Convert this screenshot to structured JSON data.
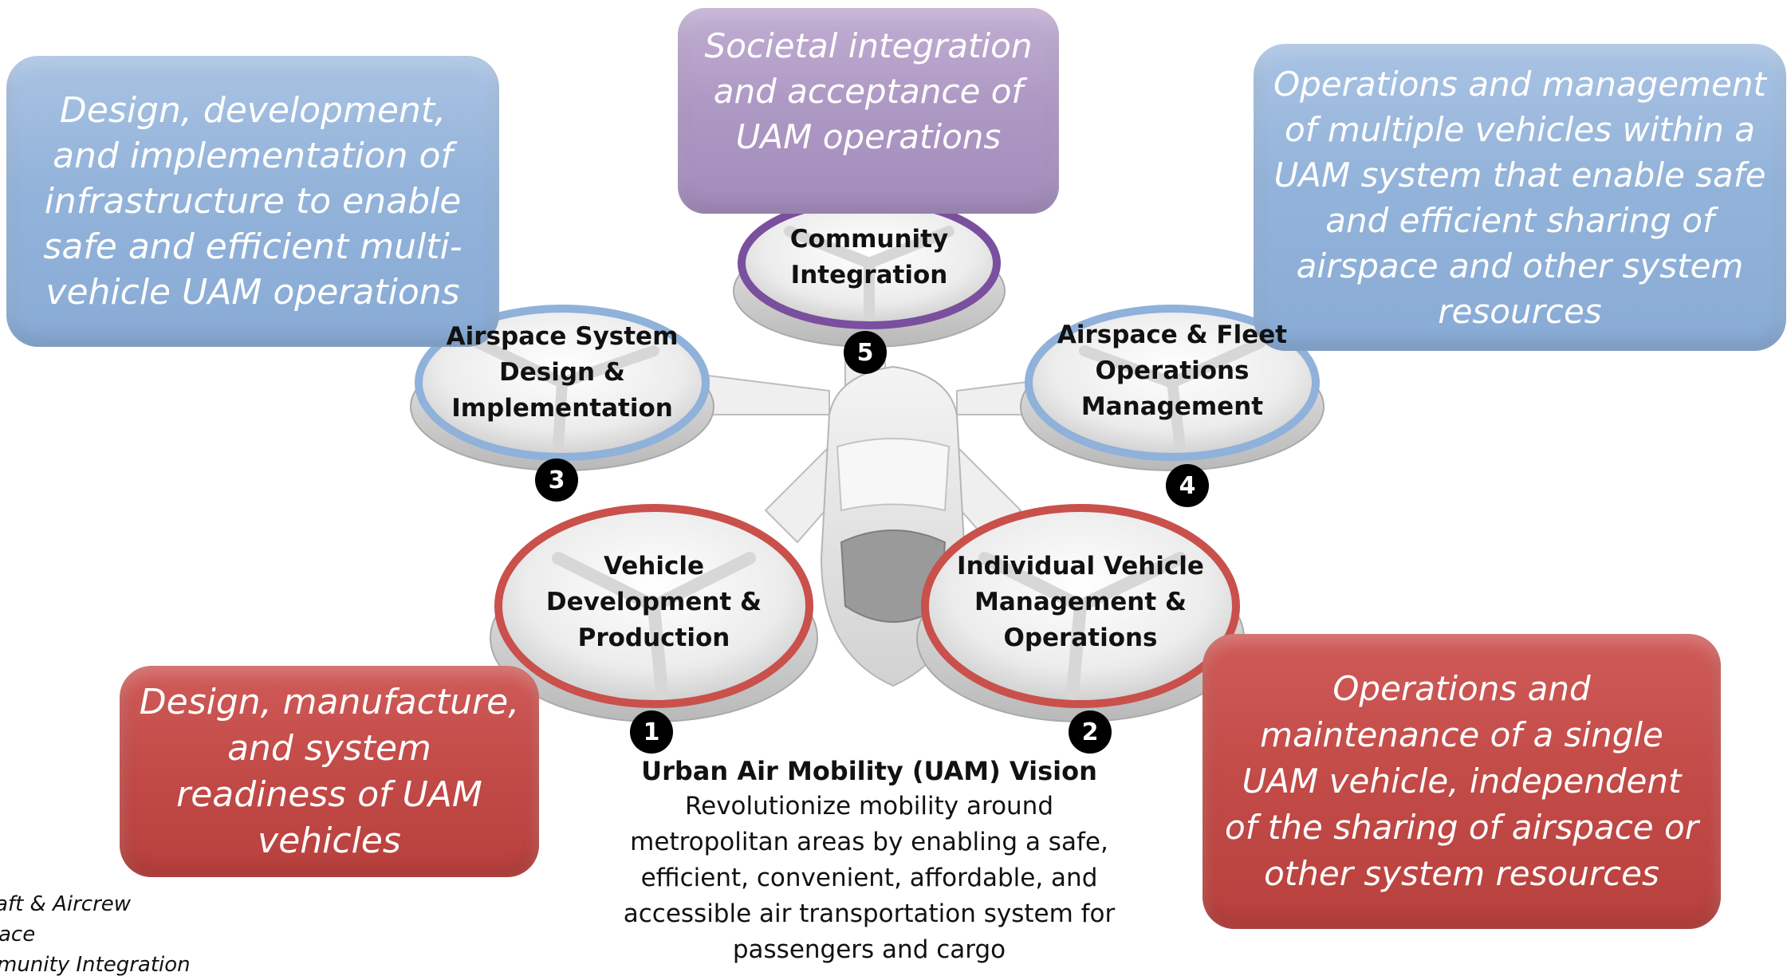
{
  "boxes": {
    "top_left": "Design, development, and implementation of infrastructure to enable safe and efficient multi-vehicle UAM operations",
    "top_center": "Societal integration and acceptance of UAM operations",
    "top_right": "Operations and management of multiple vehicles within a UAM system that enable safe and efficient sharing of airspace and other system resources",
    "bottom_left": "Design, manufacture, and system readiness of UAM vehicles",
    "bottom_right": "Operations and maintenance of a single UAM vehicle, independent of the sharing of airspace or other system resources"
  },
  "rotors": {
    "r1": {
      "label": "Vehicle\nDevelopment &\nProduction",
      "number": "1"
    },
    "r2": {
      "label": "Individual Vehicle\nManagement &\nOperations",
      "number": "2"
    },
    "r3": {
      "label": "Airspace System\nDesign &\nImplementation",
      "number": "3"
    },
    "r4": {
      "label": "Airspace & Fleet\nOperations\nManagement",
      "number": "4"
    },
    "r5": {
      "label": "Community\nIntegration",
      "number": "5"
    }
  },
  "vision": {
    "title": "Urban Air Mobility (UAM) Vision",
    "text": "Revolutionize mobility around metropolitan areas by enabling a safe, efficient, convenient, affordable, and accessible air transportation system for passengers and cargo"
  },
  "legend": [
    "aft & Aircrew",
    "ace",
    "munity Integration"
  ],
  "colors": {
    "blue_box": "#8fb0d8",
    "red_box": "#c0403c",
    "purple_box": "#ad97c3",
    "red_ring": "#c9504b",
    "blue_ring": "#8fb1da",
    "purple_ring": "#7a4f9e"
  }
}
